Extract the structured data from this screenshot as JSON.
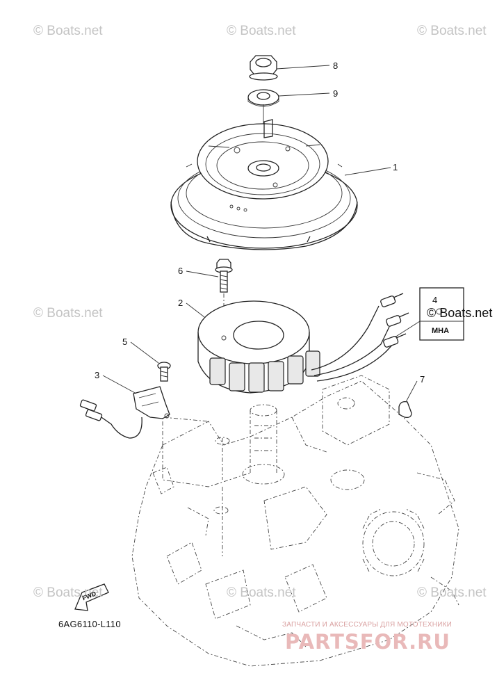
{
  "watermarks": [
    "© Boats.net",
    "© Boats.net",
    "© Boats.net",
    "© Boats.net",
    "© Boats.net",
    "© Boats.net",
    "© Boats.net"
  ],
  "site_label": "© Boats.net",
  "callouts": [
    "8",
    "9",
    "1",
    "6",
    "2",
    "4",
    "5",
    "3",
    "7"
  ],
  "kit_code": "MHA",
  "fwd_label": "FWD",
  "ref_code": "6AG6110-L110",
  "brand_tagline": "ЗАПЧАСТИ И АКСЕССУАРЫ ДЛЯ МОТОТЕХНИКИ",
  "brand_name": "PARTSFOR.RU",
  "colors": {
    "line": "#222222",
    "watermark": "#c4c4c4",
    "brand": "#e9b9b9"
  }
}
